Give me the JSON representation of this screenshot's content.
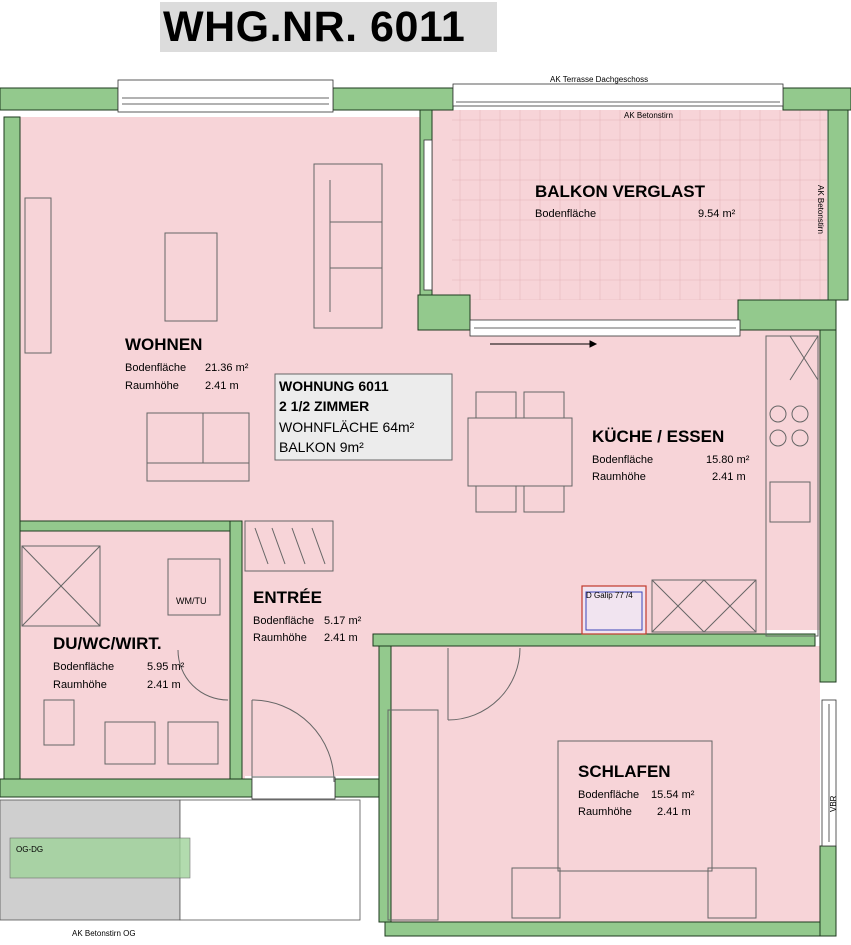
{
  "header": {
    "title": "WHG.NR. 6011"
  },
  "colors": {
    "floor": "#f7d4d8",
    "wall": "#93c98d",
    "wall_edge": "#1e3a1e",
    "furniture": "#666666",
    "title_bg": "#dcdcdc",
    "stair": "#cfcfcf",
    "stair_band": "#9fd39a",
    "stove_mark": "#c0392b"
  },
  "rooms": [
    {
      "name": "WOHNEN",
      "area_label": "Bodenfläche",
      "area": "21.36 m²",
      "height_label": "Raumhöhe",
      "height": "2.41 m"
    },
    {
      "name": "BALKON VERGLAST",
      "area_label": "Bodenfläche",
      "area": "9.54 m²"
    },
    {
      "name": "KÜCHE / ESSEN",
      "area_label": "Bodenfläche",
      "area": "15.80 m²",
      "height_label": "Raumhöhe",
      "height": "2.41 m"
    },
    {
      "name": "ENTRÉE",
      "area_label": "Bodenfläche",
      "area": "5.17 m²",
      "height_label": "Raumhöhe",
      "height": "2.41 m"
    },
    {
      "name": "DU/WC/WIRT.",
      "area_label": "Bodenfläche",
      "area": "5.95 m²",
      "height_label": "Raumhöhe",
      "height": "2.41 m"
    },
    {
      "name": "SCHLAFEN",
      "area_label": "Bodenfläche",
      "area": "15.54 m²",
      "height_label": "Raumhöhe",
      "height": "2.41 m"
    }
  ],
  "info_box": {
    "line1": "WOHNUNG 6011",
    "line2": "2 1/2 ZIMMER",
    "line3": "WOHNFLÄCHE 64m²",
    "line4": "BALKON 9m²"
  },
  "annotations": {
    "terrace": "AK Terrasse Dachgeschoss",
    "betonstirn_top": "AK Betonstirn",
    "betonstirn_right": "AK Betonstirn",
    "betonstirn_og": "AK Betonstirn OG",
    "washer": "WM/TU",
    "og_dg": "OG-DG",
    "vbr": "VBR",
    "stove_label": "D Galip 77 /4"
  }
}
